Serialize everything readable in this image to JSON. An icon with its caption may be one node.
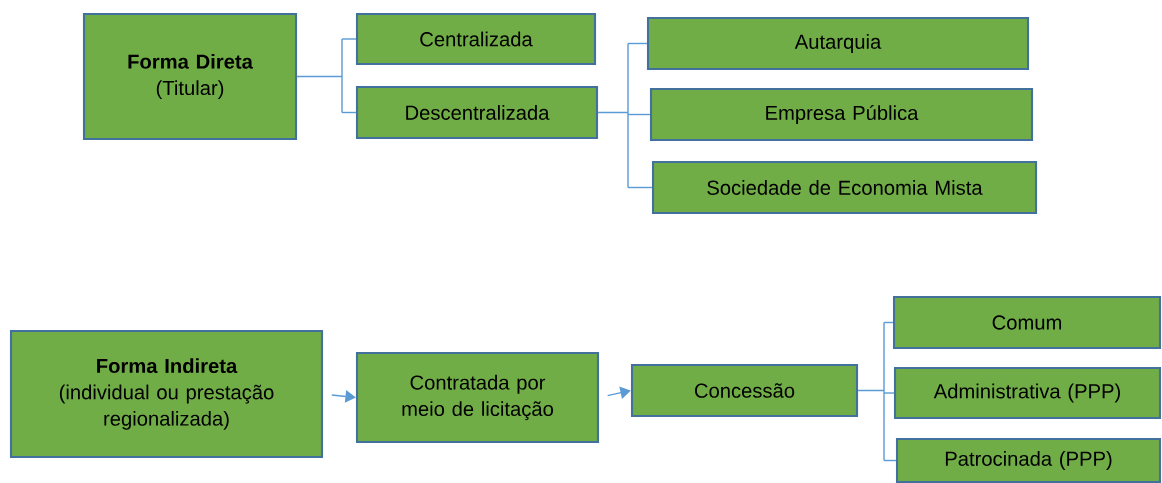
{
  "diagram": {
    "nodes": [
      {
        "text": [
          "Forma Direta",
          "(Titular)"
        ]
      },
      {
        "text": [
          "Centralizada"
        ]
      },
      {
        "text": [
          "Descentralizada"
        ]
      },
      {
        "text": [
          "Autarquia"
        ]
      },
      {
        "text": [
          "Empresa Pública"
        ]
      },
      {
        "text": [
          "Sociedade de Economia Mista"
        ]
      },
      {
        "text": [
          "Forma Indireta",
          "(individual ou prestação regionalizada)"
        ]
      },
      {
        "text": [
          "Contratada por meio de licitação"
        ]
      },
      {
        "text": [
          "Concessão"
        ]
      },
      {
        "text": [
          "Comum"
        ]
      },
      {
        "text": [
          "Administrativa (PPP)"
        ]
      },
      {
        "text": [
          "Patrocinada (PPP)"
        ]
      }
    ],
    "edges": [
      {
        "from": 0,
        "to": 1,
        "arrow": "none"
      },
      {
        "from": 0,
        "to": 2,
        "arrow": "none"
      },
      {
        "from": 2,
        "to": 3,
        "arrow": "none"
      },
      {
        "from": 2,
        "to": 4,
        "arrow": "none"
      },
      {
        "from": 2,
        "to": 5,
        "arrow": "none"
      },
      {
        "from": 6,
        "to": 7,
        "arrow": "to"
      },
      {
        "from": 7,
        "to": 8,
        "arrow": "to"
      },
      {
        "from": 8,
        "to": 9,
        "arrow": "none"
      },
      {
        "from": 8,
        "to": 10,
        "arrow": "none"
      },
      {
        "from": 8,
        "to": 11,
        "arrow": "none"
      }
    ]
  }
}
